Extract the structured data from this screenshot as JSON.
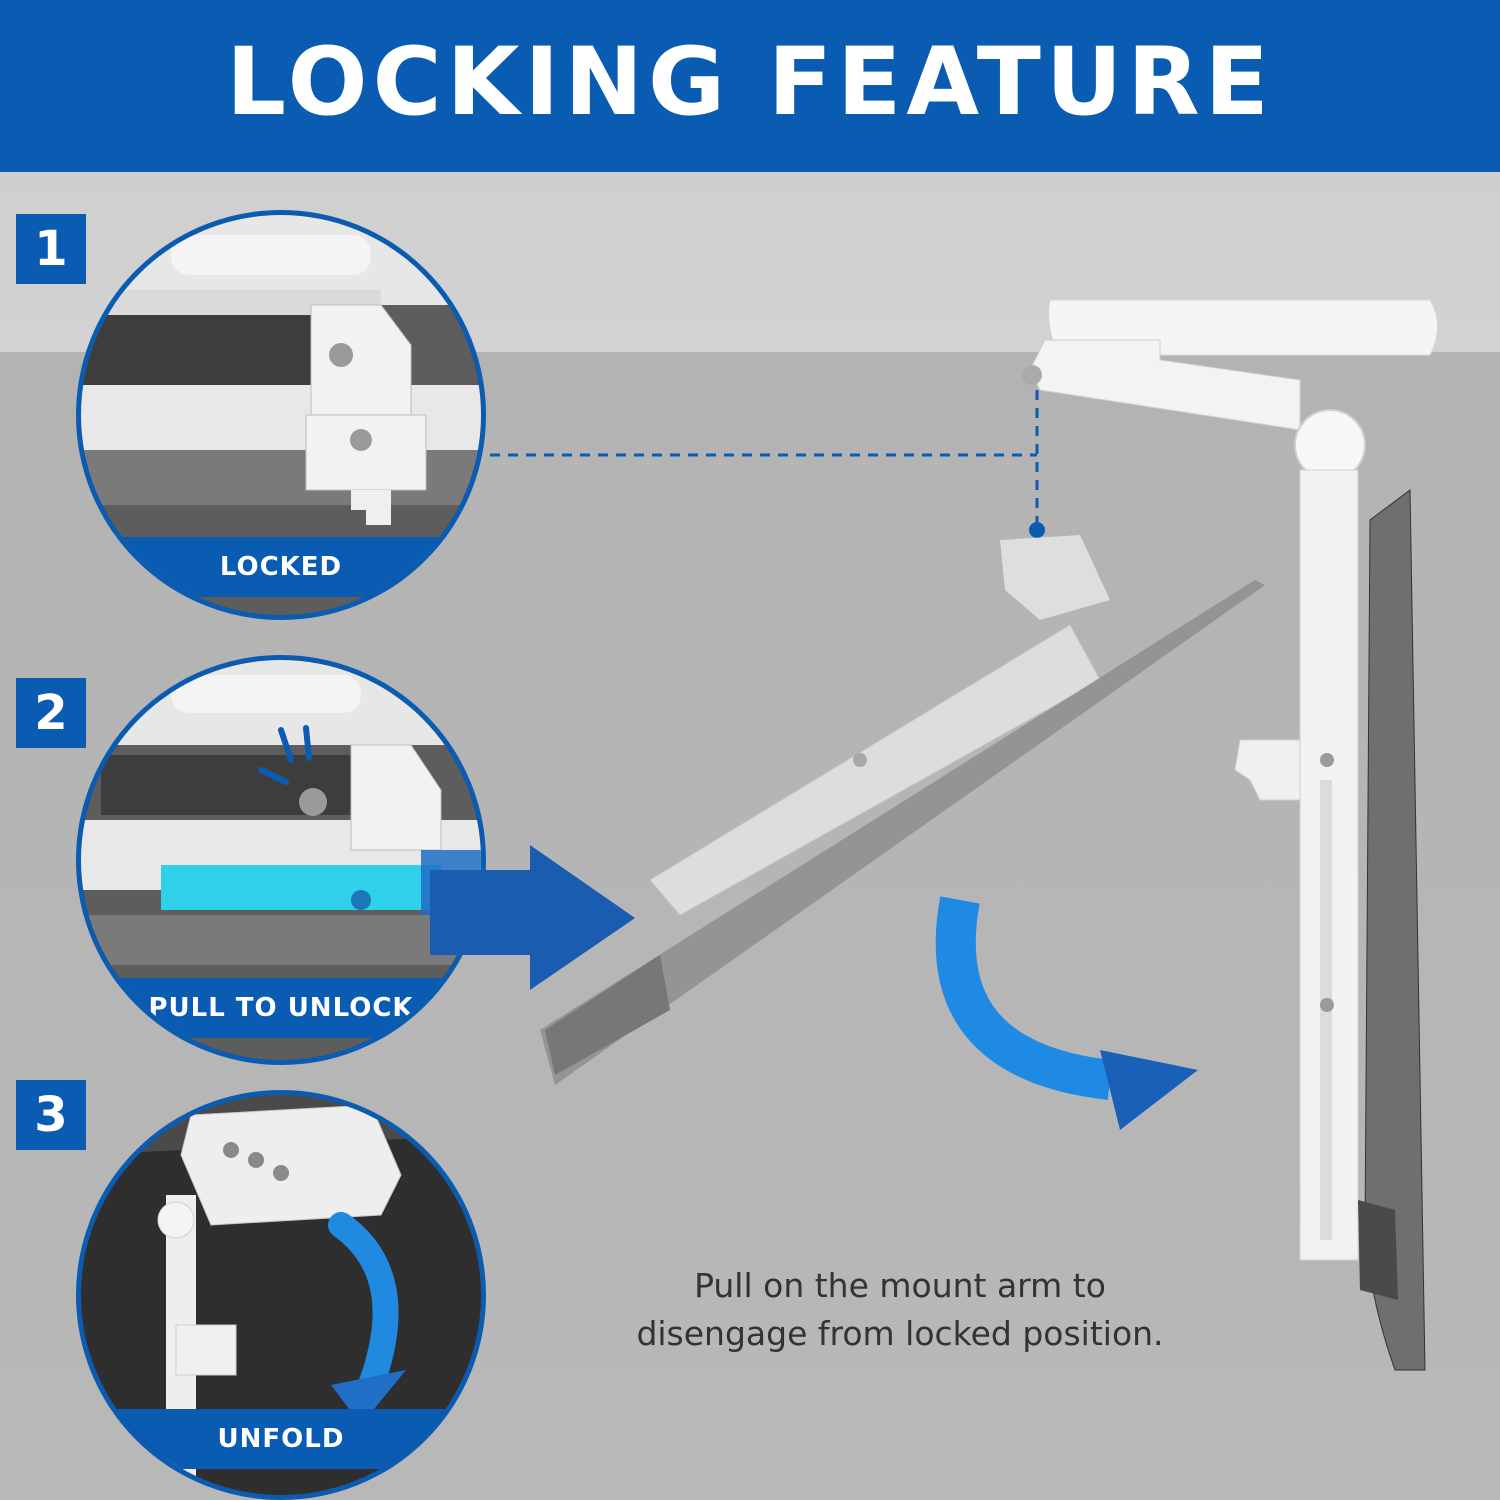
{
  "banner": {
    "title": "LOCKING FEATURE"
  },
  "steps": [
    {
      "number": "1",
      "label": "LOCKED"
    },
    {
      "number": "2",
      "label": "PULL TO UNLOCK"
    },
    {
      "number": "3",
      "label": "UNFOLD"
    }
  ],
  "caption": {
    "line1": "Pull on the mount arm to",
    "line2": "disengage from locked position."
  },
  "colors": {
    "brand_blue": "#0a5cb3",
    "accent_cyan": "#2fd0e8",
    "background_gray": "#b9b9b9"
  }
}
